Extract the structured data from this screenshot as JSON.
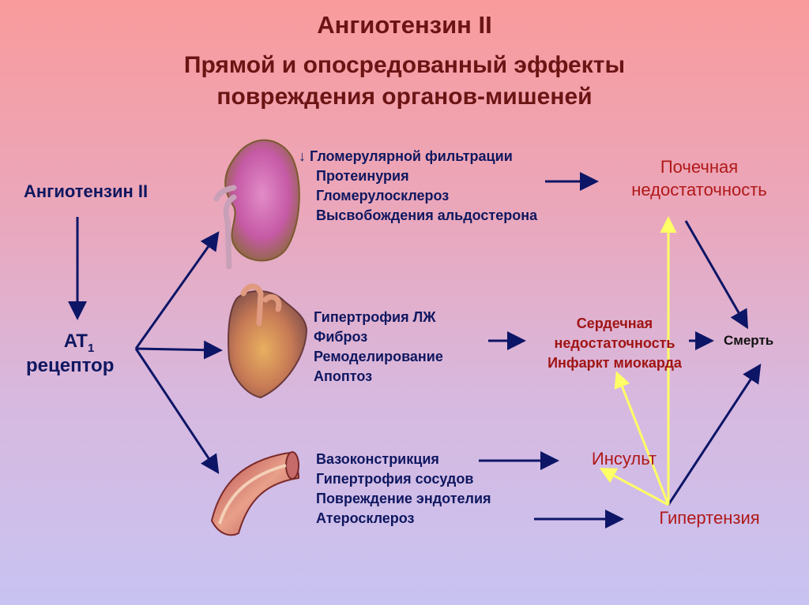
{
  "title": {
    "line1": "Ангиотензин II",
    "line2": "Прямой и опосредованный эффекты",
    "line3": "повреждения органов-мишеней"
  },
  "source_label": "Ангиотензин II",
  "receptor": {
    "prefix": "AT",
    "subscript": "1",
    "line2": "рецептор"
  },
  "kidney_effects": {
    "arrow_glyph": "↓",
    "items": [
      "Гломерулярной фильтрации",
      "Протеинурия",
      "Гломерулосклероз",
      "Высвобождения альдостерона"
    ]
  },
  "heart_effects": {
    "items": [
      "Гипертрофия ЛЖ",
      "Фиброз",
      "Ремоделирование",
      "Апоптоз"
    ]
  },
  "vessel_effects": {
    "items": [
      "Вазоконстрикция",
      "Гипертрофия сосудов",
      "Повреждение эндотелия",
      "Атеросклероз"
    ]
  },
  "outcomes": {
    "renal_failure": [
      "Почечная",
      "недостаточность"
    ],
    "heart": [
      "Сердечная",
      "недостаточность",
      "Инфаркт миокарда"
    ],
    "death": "Смерть",
    "stroke": "Инсульт",
    "hypertension": "Гипертензия"
  },
  "colors": {
    "title": "#6b1414",
    "navy_text": "#0f1760",
    "arrow_navy": "#0d1566",
    "arrow_yellow": "#ffff66",
    "outcome_red": "#b01818"
  },
  "icons": [
    "kidney-image",
    "heart-image",
    "vessel-image"
  ]
}
